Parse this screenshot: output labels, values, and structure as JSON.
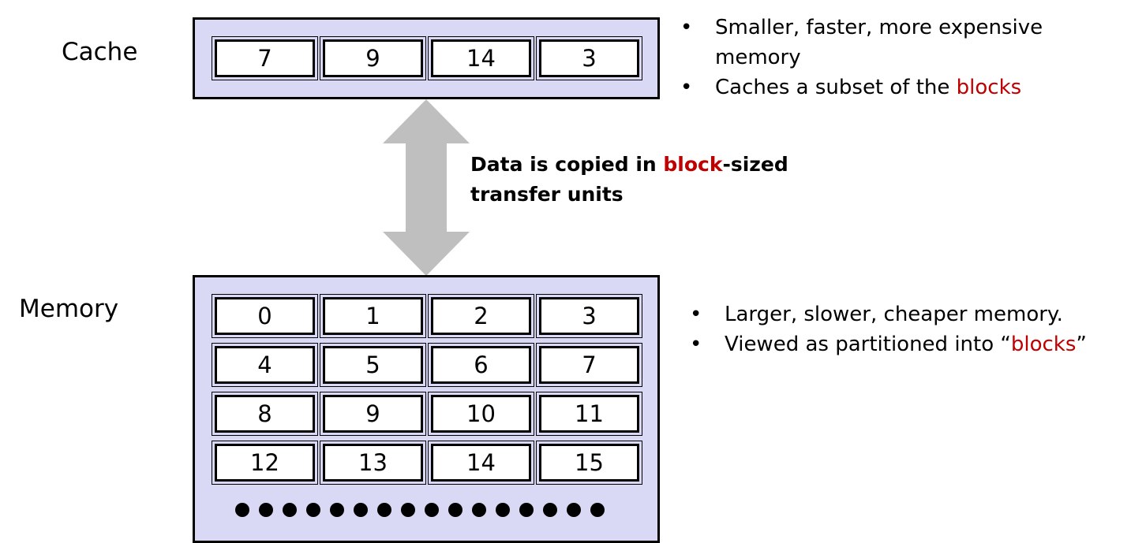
{
  "cache": {
    "label": "Cache",
    "blocks": [
      "7",
      "9",
      "14",
      "3"
    ],
    "bullets": {
      "b1_line1": "Smaller, faster, more expensive",
      "b1_line2": "memory",
      "b2_prefix": "Caches a subset of the ",
      "b2_highlight": "blocks"
    }
  },
  "transfer": {
    "prefix": "Data is copied in ",
    "highlight": "block",
    "suffix": "-sized",
    "line2": "transfer units"
  },
  "memory": {
    "label": "Memory",
    "blocks": [
      "0",
      "1",
      "2",
      "3",
      "4",
      "5",
      "6",
      "7",
      "8",
      "9",
      "10",
      "11",
      "12",
      "13",
      "14",
      "15"
    ],
    "bullets": {
      "b1": "Larger, slower, cheaper memory.",
      "b2_prefix": "Viewed as partitioned into “",
      "b2_highlight": "blocks",
      "b2_suffix": "”"
    }
  },
  "bullet_char": "•",
  "colors": {
    "panel": "#d9d9f5",
    "arrow": "#bfbfbf",
    "highlight": "#c00000"
  }
}
